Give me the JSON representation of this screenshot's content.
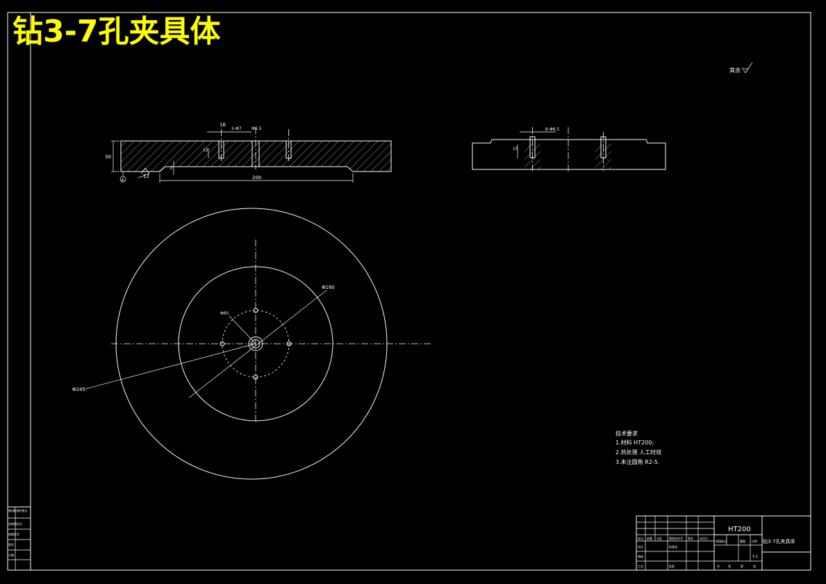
{
  "title": "钻3-7孔夹具体",
  "roughness_note": "其余",
  "dims": {
    "d16": "16",
    "twohole": "2-Φ7",
    "top_hole": "Φ6.5",
    "d30": "30",
    "d12": "12",
    "d3": "3",
    "d200": "200",
    "roughness12": "12",
    "datum": "A",
    "side_hole": "6-Φ6.5",
    "side_h": "15",
    "dia_mid": "Φ160",
    "dia_outer": "Φ245",
    "dia_bolt": "Φ65"
  },
  "notes": {
    "heading": "技术要求",
    "items": [
      "1.材料 HT200;",
      "2.热处理 人工时效",
      "3.未注圆角 R2-5."
    ]
  },
  "titleblock": {
    "material": "HT200",
    "name": "钻3-7孔夹具体",
    "scale": "1:1",
    "labels": [
      "标记",
      "处数",
      "分区",
      "更改文件号",
      "签名",
      "年月日",
      "设计",
      "标准化",
      "审核",
      "工艺",
      "批准",
      "阶段标记",
      "重量",
      "比例",
      "共",
      "张",
      "第",
      "张"
    ]
  },
  "leftblock": {
    "labels": [
      "借(通)用件登记",
      "旧底图总号",
      "底图总号",
      "签字",
      "日期"
    ]
  }
}
